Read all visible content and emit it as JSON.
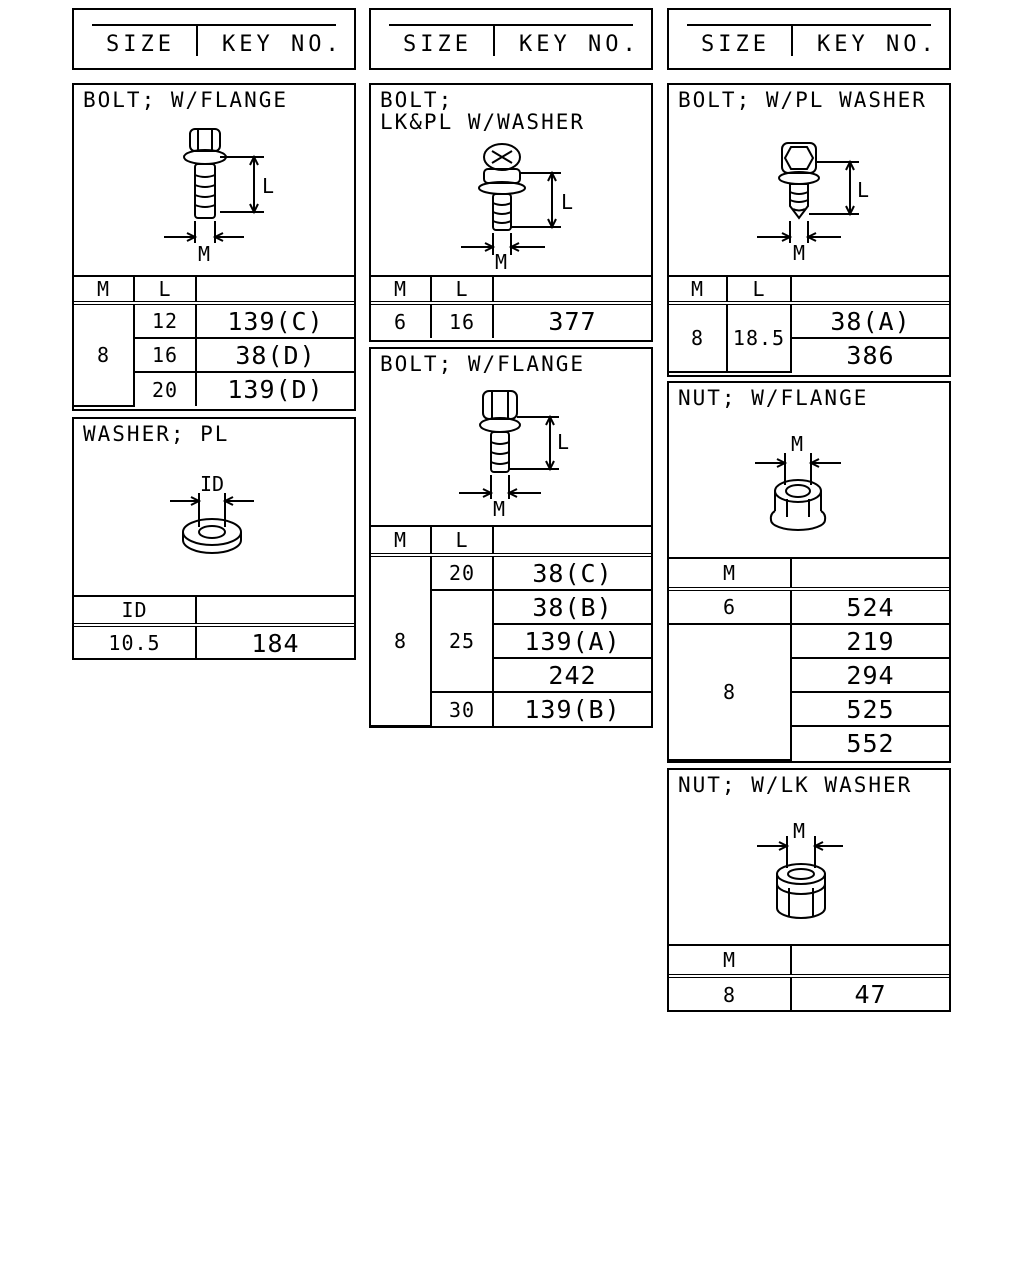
{
  "header": {
    "size_label": "SIZE",
    "key_label": "KEY NO."
  },
  "panels": {
    "bolt_flange_1": {
      "title": "BOLT; W/FLANGE",
      "dims": {
        "m": "M",
        "l": "L"
      },
      "cols": {
        "m": "M",
        "l": "L"
      },
      "rows": [
        {
          "m": "8",
          "l": "12",
          "key": "139(C)"
        },
        {
          "l": "16",
          "key": "38(D)"
        },
        {
          "l": "20",
          "key": "139(D)"
        }
      ]
    },
    "washer_pl": {
      "title": "WASHER; PL",
      "dims": {
        "id": "ID"
      },
      "cols": {
        "id": "ID"
      },
      "rows": [
        {
          "id": "10.5",
          "key": "184"
        }
      ]
    },
    "bolt_lk_pl_washer": {
      "title": "BOLT;\nLK&PL W/WASHER",
      "dims": {
        "m": "M",
        "l": "L"
      },
      "cols": {
        "m": "M",
        "l": "L"
      },
      "rows": [
        {
          "m": "6",
          "l": "16",
          "key": "377"
        }
      ]
    },
    "bolt_flange_2": {
      "title": "BOLT; W/FLANGE",
      "dims": {
        "m": "M",
        "l": "L"
      },
      "cols": {
        "m": "M",
        "l": "L"
      },
      "rows": [
        {
          "m": "8",
          "l": "20",
          "key": "38(C)"
        },
        {
          "l": "25",
          "key": "38(B)"
        },
        {
          "key": "139(A)"
        },
        {
          "key": "242"
        },
        {
          "l": "30",
          "key": "139(B)"
        }
      ]
    },
    "bolt_pl_washer": {
      "title": "BOLT; W/PL WASHER",
      "dims": {
        "m": "M",
        "l": "L"
      },
      "cols": {
        "m": "M",
        "l": "L"
      },
      "rows": [
        {
          "m": "8",
          "l": "18.5",
          "key": "38(A)"
        },
        {
          "key": "386"
        }
      ]
    },
    "nut_flange": {
      "title": "NUT; W/FLANGE",
      "dims": {
        "m": "M"
      },
      "cols": {
        "m": "M"
      },
      "rows": [
        {
          "m": "6",
          "key": "524"
        },
        {
          "m": "8",
          "key": "219"
        },
        {
          "key": "294"
        },
        {
          "key": "525"
        },
        {
          "key": "552"
        }
      ]
    },
    "nut_lk_washer": {
      "title": "NUT; W/LK WASHER",
      "dims": {
        "m": "M"
      },
      "cols": {
        "m": "M"
      },
      "rows": [
        {
          "m": "8",
          "key": "47"
        }
      ]
    }
  }
}
